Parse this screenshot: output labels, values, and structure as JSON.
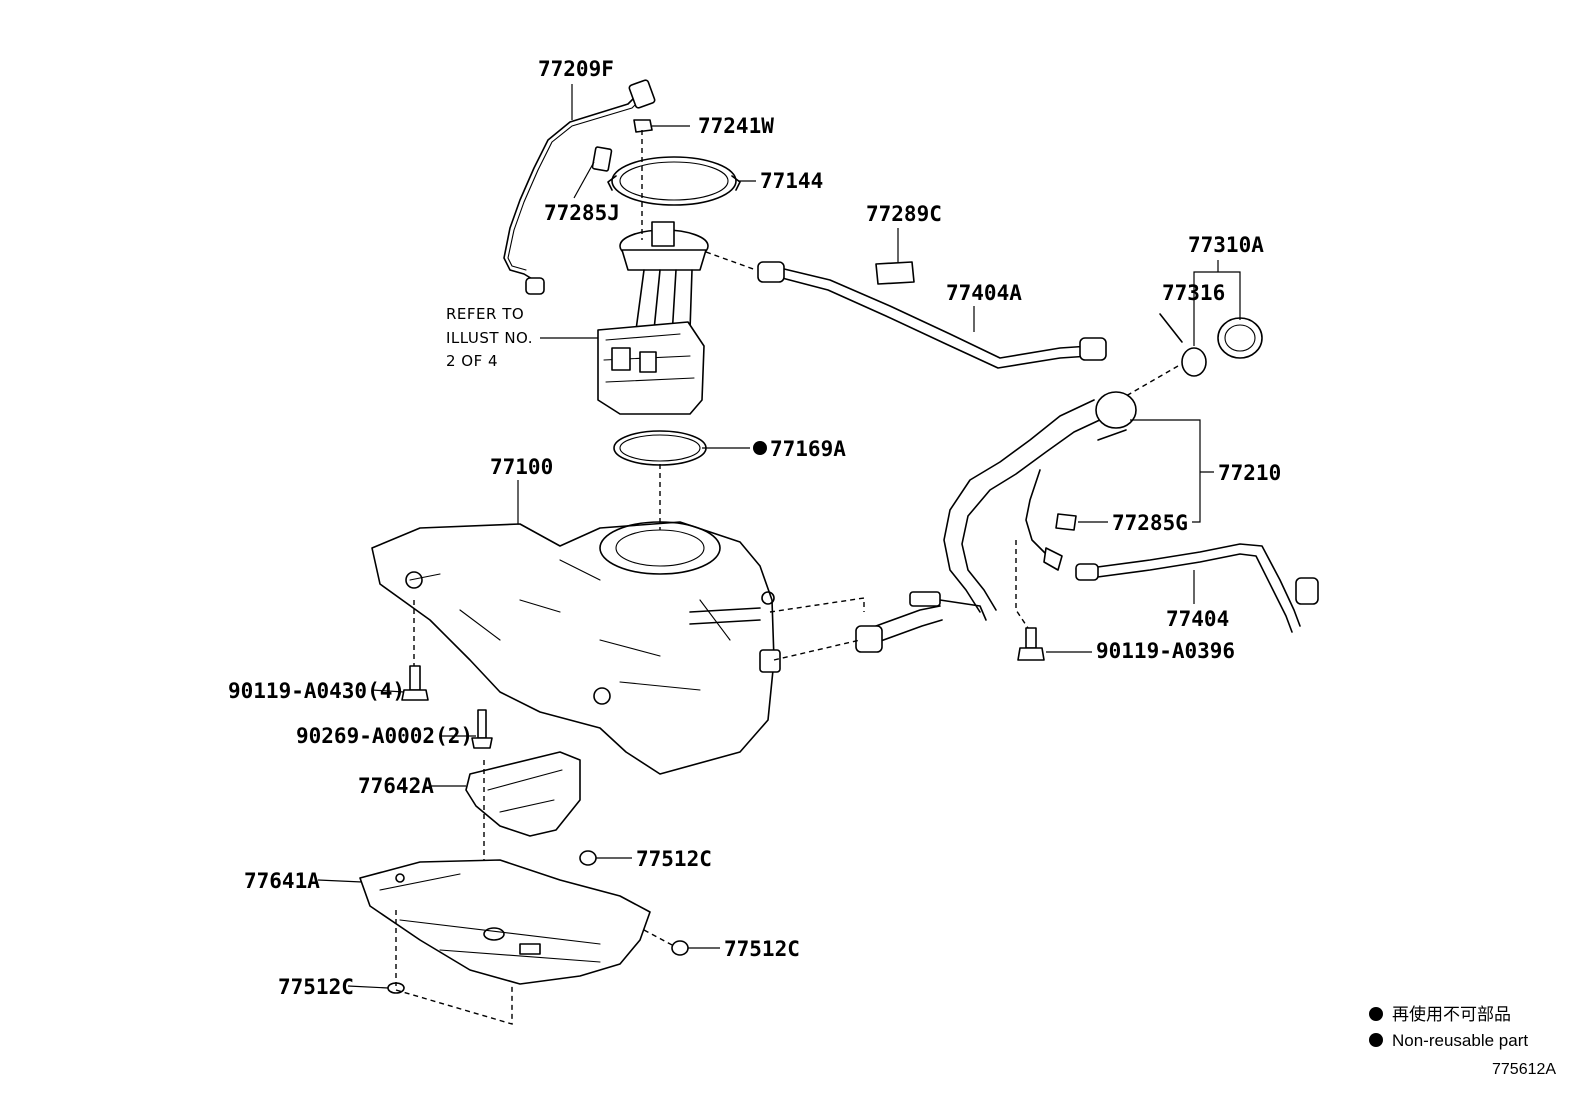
{
  "labels": {
    "p77209F": "77209F",
    "p77241W": "77241W",
    "p77144": "77144",
    "p77285J": "77285J",
    "p77289C": "77289C",
    "p77310A": "77310A",
    "p77316": "77316",
    "p77404A": "77404A",
    "p77169A": "77169A",
    "p77100": "77100",
    "p77210": "77210",
    "p77285G": "77285G",
    "p77404": "77404",
    "p90119A0396": "90119-A0396",
    "p90119A0430": "90119-A0430(4)",
    "p90269A0002": "90269-A0002(2)",
    "p77642A": "77642A",
    "p77512C_1": "77512C",
    "p77641A": "77641A",
    "p77512C_2": "77512C",
    "p77512C_3": "77512C"
  },
  "refer_note": [
    "REFER TO",
    "ILLUST NO.",
    "2 OF 4"
  ],
  "legend": {
    "line1": "再使用不可部品",
    "line2": "Non-reusable part",
    "bullet_color": "#000000"
  },
  "illustration_code": "775612A"
}
